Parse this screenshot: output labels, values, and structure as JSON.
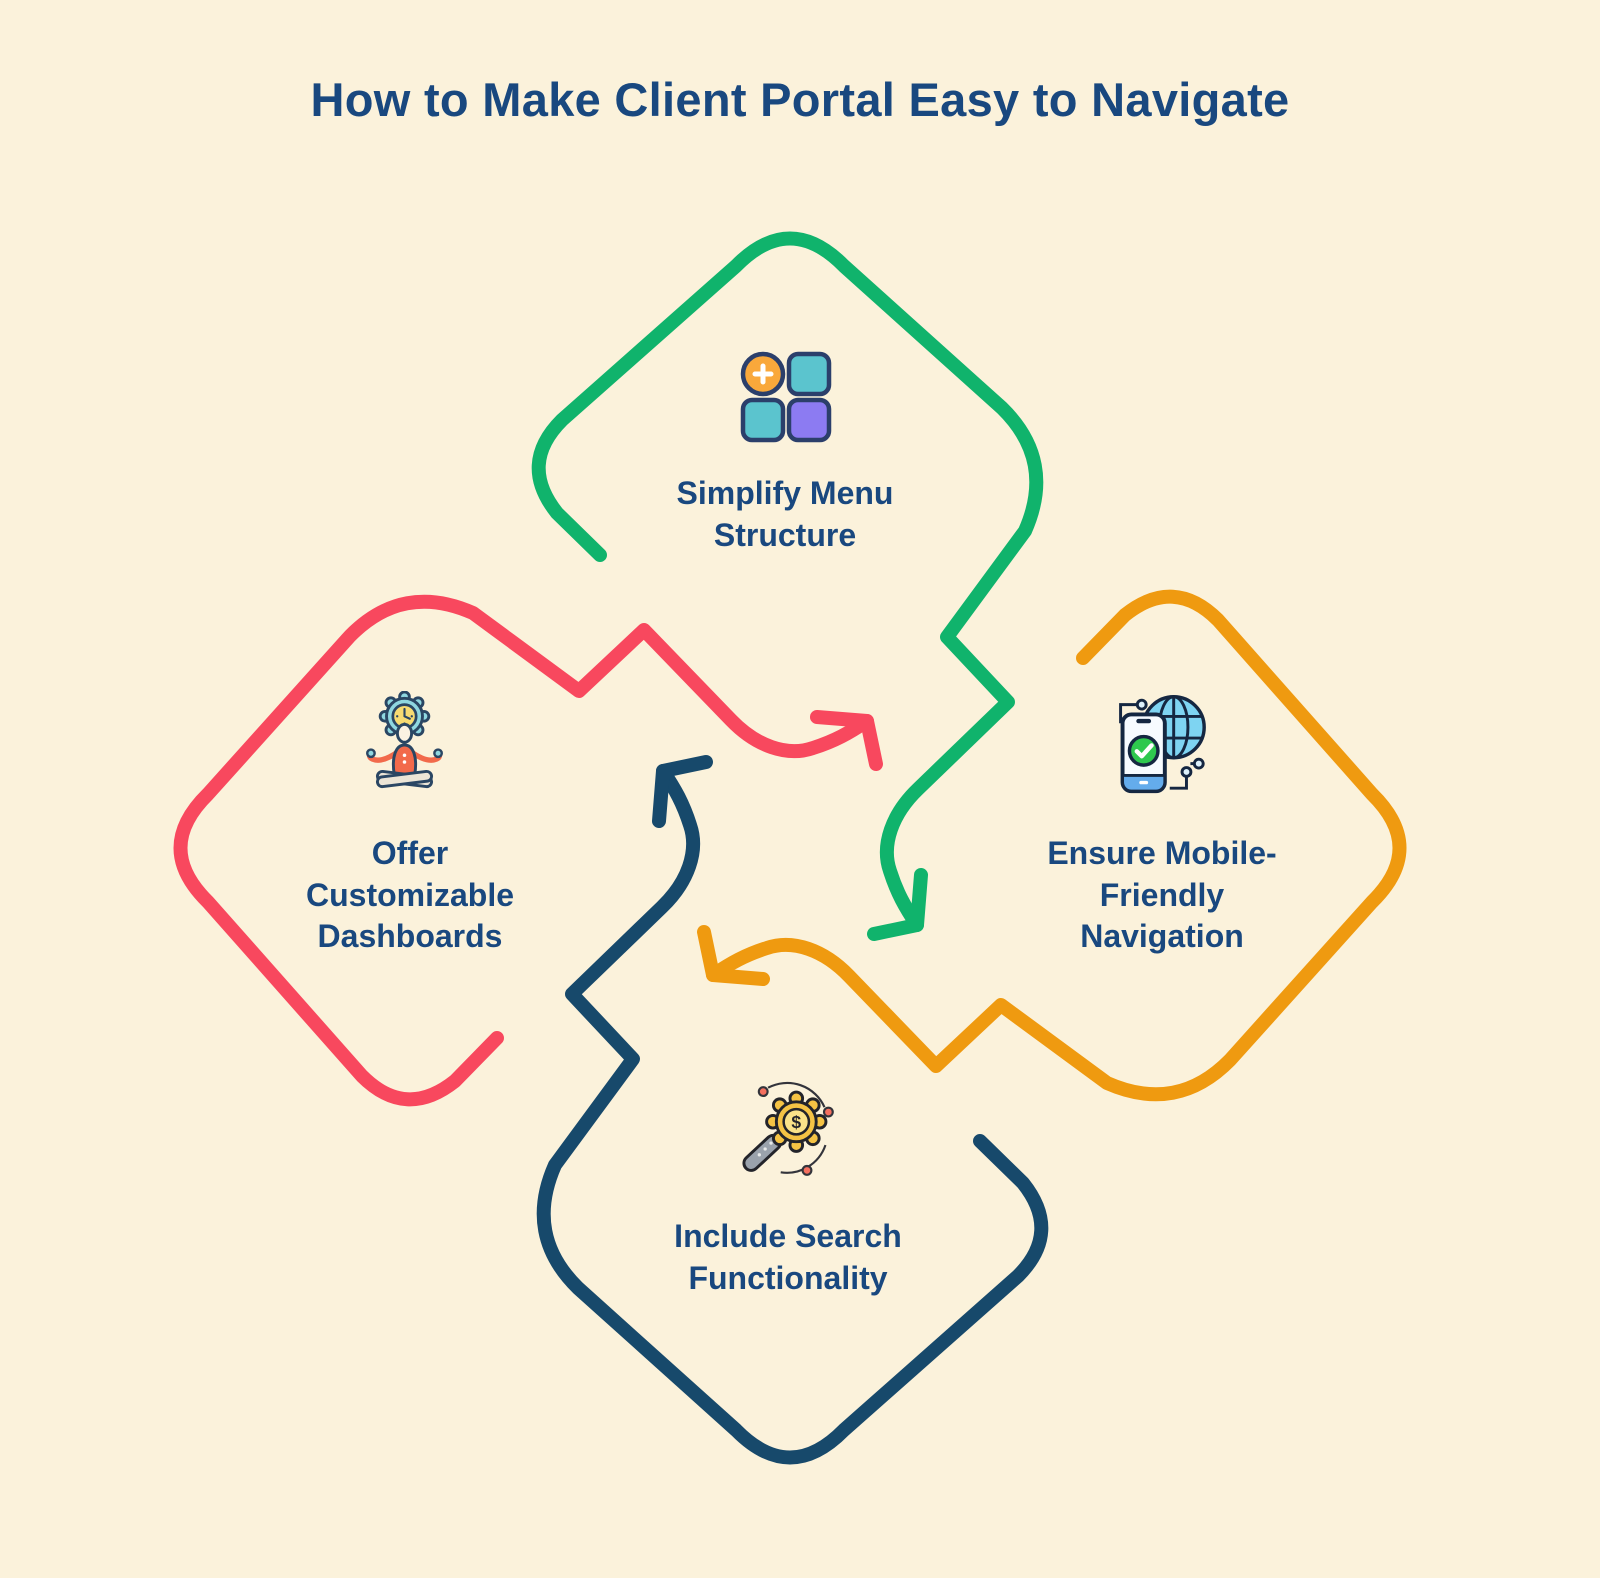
{
  "title": "How to Make Client Portal Easy to Navigate",
  "colors": {
    "background": "#FBF2DB",
    "text": "#19487F",
    "green": "#10B36C",
    "orange": "#EF9A10",
    "red": "#F8485E",
    "navy": "#17496B"
  },
  "steps": [
    {
      "position": "top",
      "icon": "app-grid-icon",
      "accent": "#10B36C",
      "lines": [
        "Simplify Menu",
        "Structure"
      ]
    },
    {
      "position": "right",
      "icon": "mobile-globe-icon",
      "accent": "#EF9A10",
      "lines": [
        "Ensure Mobile-",
        "Friendly",
        "Navigation"
      ]
    },
    {
      "position": "bottom",
      "icon": "search-gear-icon",
      "accent": "#17496B",
      "lines": [
        "Include Search",
        "Functionality"
      ]
    },
    {
      "position": "left",
      "icon": "meditation-gear-icon",
      "accent": "#F8485E",
      "lines": [
        "Offer",
        "Customizable",
        "Dashboards"
      ]
    }
  ]
}
